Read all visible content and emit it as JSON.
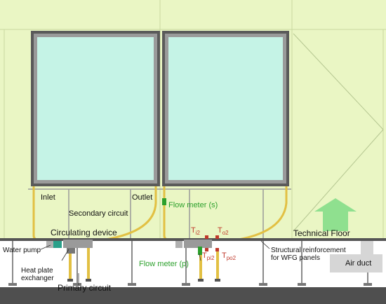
{
  "labels": {
    "inlet": "Inlet",
    "outlet": "Outlet",
    "secondary_circuit": "Secondary circuit",
    "circulating_device": "Circulating device",
    "flow_meter_s": "Flow meter (s)",
    "ti2_main": "T",
    "ti2_sub": "i2",
    "to2_main": "T",
    "to2_sub": "o2",
    "tpi2_main": "T",
    "tpi2_sub": "pi2",
    "tpo2_main": "T",
    "tpo2_sub": "po2",
    "technical_floor": "Technical Floor",
    "water_pump": "Water pump",
    "heat_plate_line1": "Heat plate",
    "heat_plate_line2": "exchanger",
    "primary_circuit": "Primary circuit",
    "flow_meter_p": "Flow meter (p)",
    "structural_line1": "Structural reinforcement",
    "structural_line2": "for WFG panels",
    "air_duct": "Air duct"
  },
  "colors": {
    "wall": "#eaf6c4",
    "glass": "#c5f3e6",
    "frame": "#5a5a5a",
    "pipe": "#e2c043",
    "floor": "#555555",
    "arrow": "#8fe08f",
    "green_text": "#2ca02c",
    "red_text": "#c0392b",
    "duct": "#d6d6d6"
  }
}
